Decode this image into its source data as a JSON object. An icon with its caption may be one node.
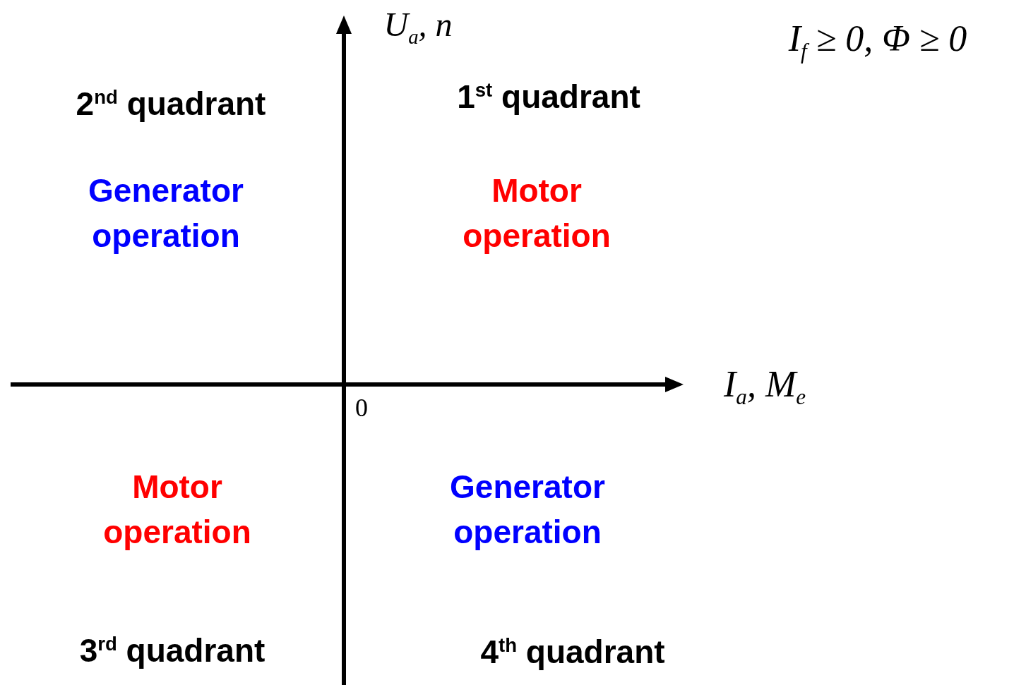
{
  "diagram": {
    "labels": [
      "U$_{a}$, n",
      "I$_{f}$ ≥ 0, Φ ≥ 0",
      "2$^{nd}$ quadrant",
      "1$^{st}$ quadrant",
      "Generator operation",
      "Motor operation",
      "I$_{a}$, M$_{e}$",
      "0",
      "Motor operation",
      "Generator operation",
      "3$^{rd}$ quadrant",
      "4$^{th}$ quadrant"
    ]
  }
}
